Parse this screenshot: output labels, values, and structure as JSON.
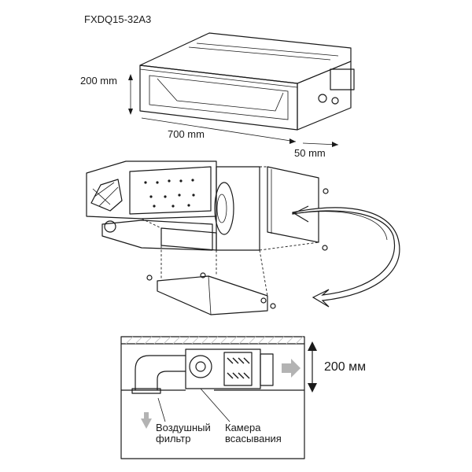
{
  "model": "FXDQ15-32A3",
  "dims": {
    "height_top": "200 mm",
    "width": "700 mm",
    "depth": "50 mm",
    "height_section": "200 мм"
  },
  "labels": {
    "filter_line1": "Воздушный",
    "filter_line2": "фильтр",
    "chamber_line1": "Камера",
    "chamber_line2": "всасывания"
  },
  "colors": {
    "line": "#1a1a1a",
    "arrow_fill": "#b3b3b3",
    "hatch": "#c8c8c8"
  }
}
